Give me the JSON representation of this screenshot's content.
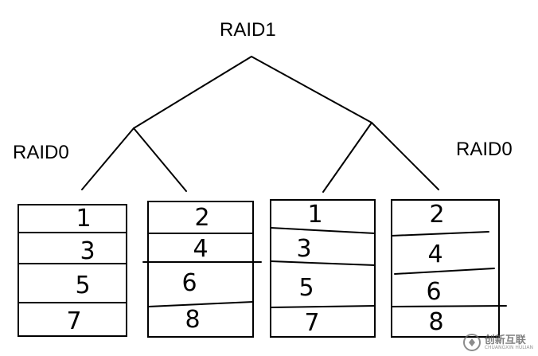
{
  "diagram": {
    "root_label": "RAID1",
    "left_label": "RAID0",
    "right_label": "RAID0",
    "disks": [
      {
        "blocks": [
          "1",
          "3",
          "5",
          "7"
        ]
      },
      {
        "blocks": [
          "2",
          "4",
          "6",
          "8"
        ]
      },
      {
        "blocks": [
          "1",
          "3",
          "5",
          "7"
        ]
      },
      {
        "blocks": [
          "2",
          "4",
          "6",
          "8"
        ]
      }
    ]
  },
  "watermark": {
    "text": "创新互联",
    "subtext": "CHUANGXIN HULIAN"
  },
  "colors": {
    "stroke": "#000000",
    "background": "#ffffff"
  }
}
